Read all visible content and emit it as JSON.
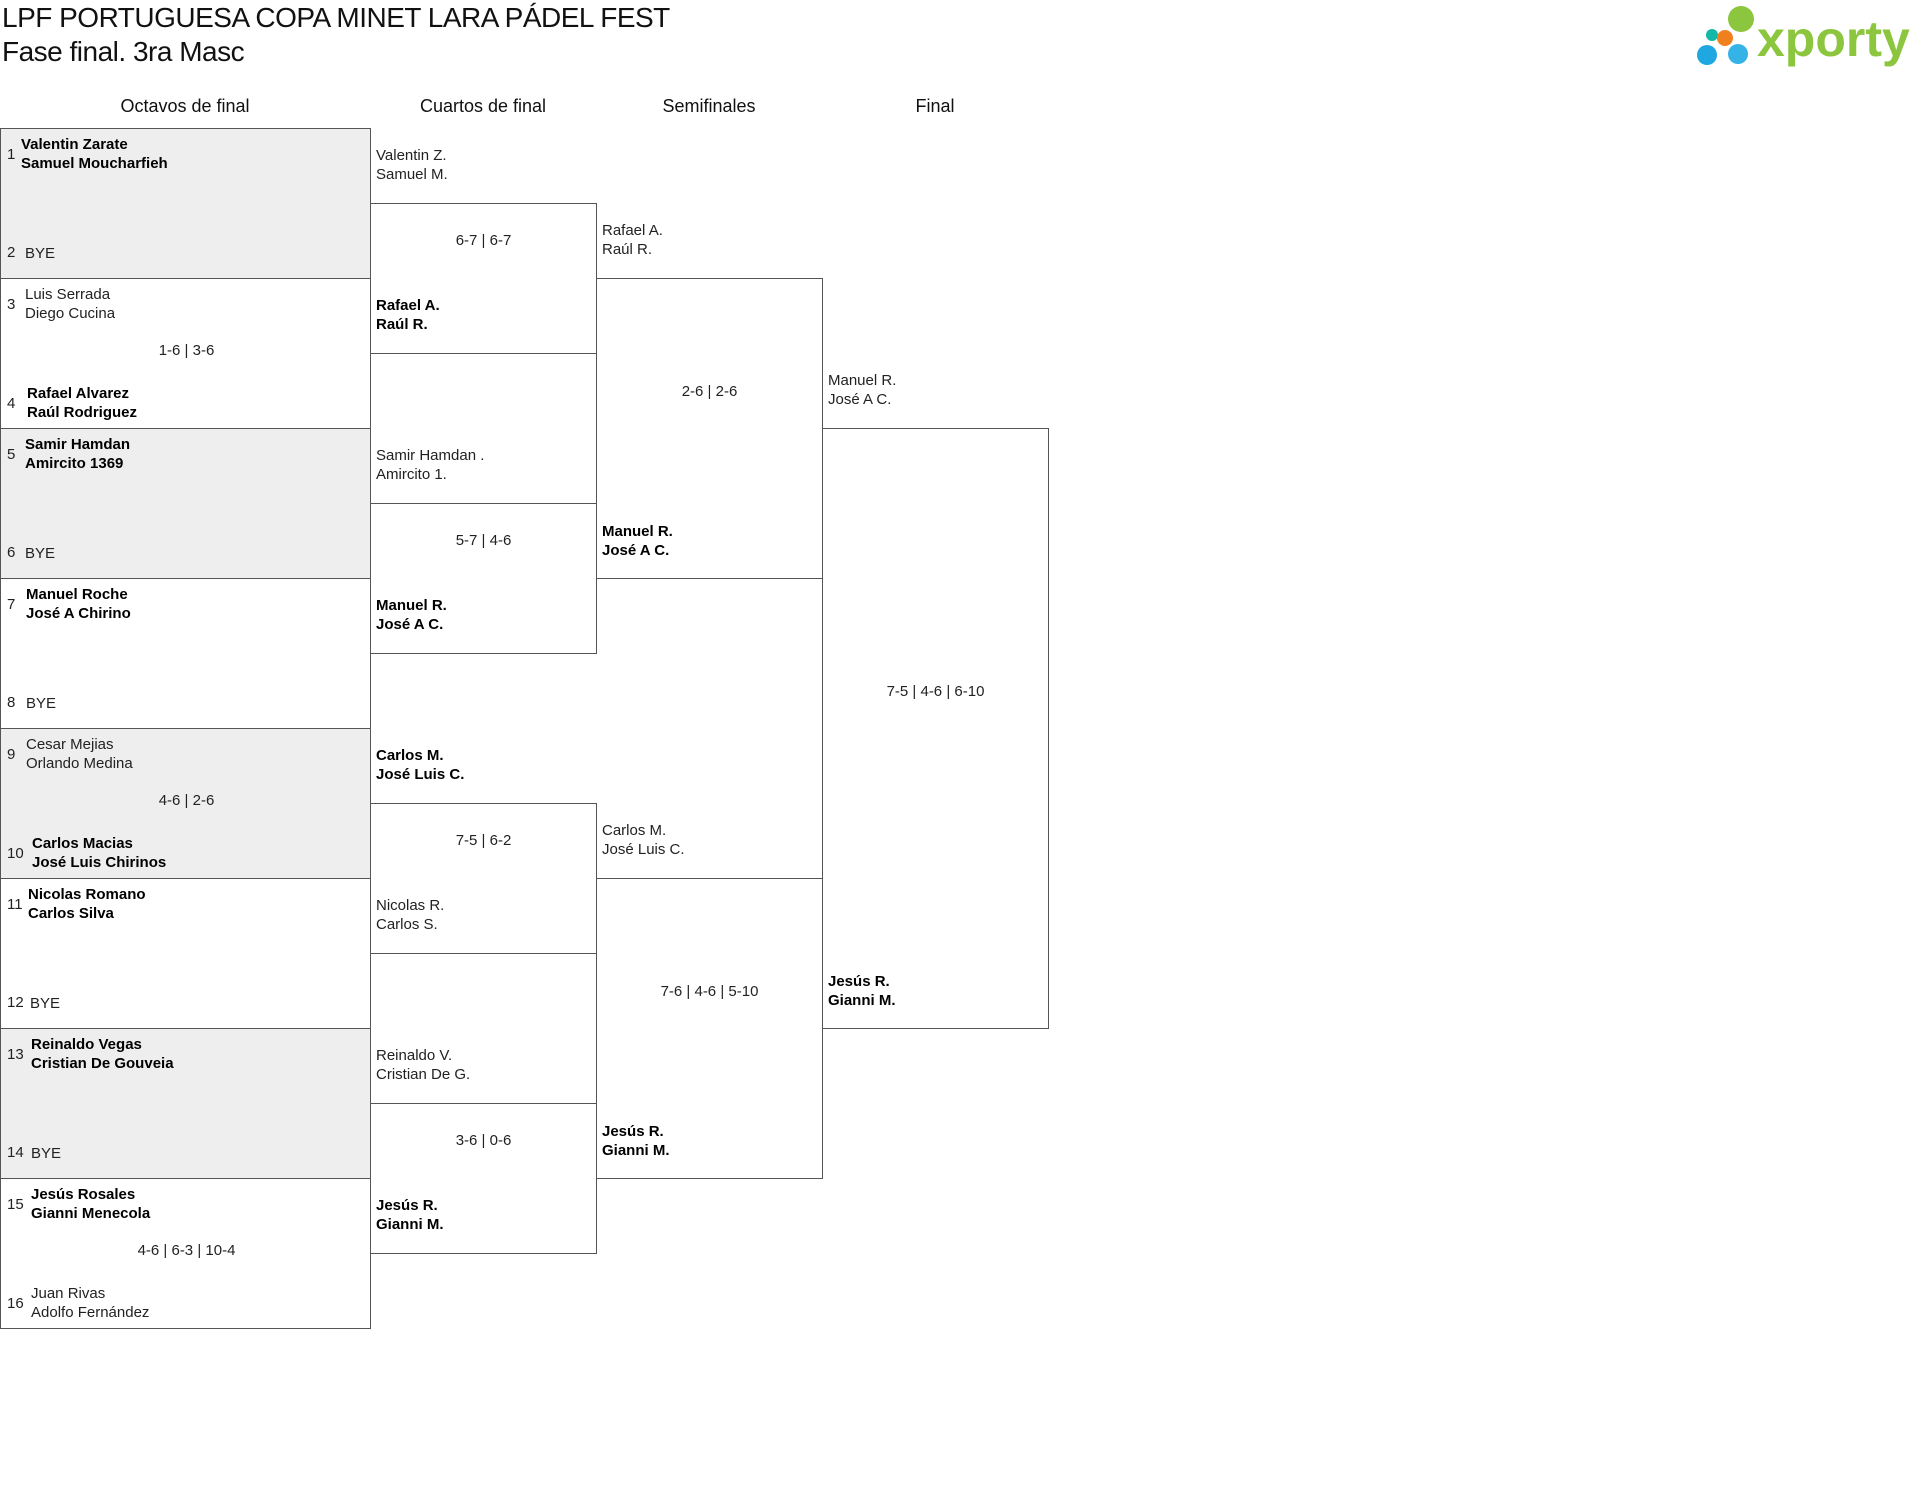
{
  "header": {
    "title": "LPF PORTUGUESA COPA MINET LARA PÁDEL FEST",
    "subtitle": "Fase final. 3ra Masc",
    "logo_text": "xporty",
    "logo_colors": {
      "green": "#8cc63f",
      "blue": "#1ea7e1",
      "orange": "#f07f1d"
    }
  },
  "rounds": [
    "Octavos de final",
    "Cuartos de final",
    "Semifinales",
    "Final"
  ],
  "octavos": [
    {
      "seed_a": "1",
      "a1": "Valentin Zarate",
      "a2": "Samuel Moucharfieh",
      "seed_b": "2",
      "b1": "BYE",
      "b2": "",
      "score": ""
    },
    {
      "seed_a": "3",
      "a1": "Luis Serrada",
      "a2": "Diego Cucina",
      "seed_b": "4",
      "b1": "Rafael Alvarez",
      "b2": "Raúl Rodriguez",
      "score": "1-6 | 3-6"
    },
    {
      "seed_a": "5",
      "a1": "Samir Hamdan",
      "a2": "Amircito 1369",
      "seed_b": "6",
      "b1": "BYE",
      "b2": "",
      "score": ""
    },
    {
      "seed_a": "7",
      "a1": "Manuel Roche",
      "a2": "José A Chirino",
      "seed_b": "8",
      "b1": "BYE",
      "b2": "",
      "score": ""
    },
    {
      "seed_a": "9",
      "a1": "Cesar Mejias",
      "a2": "Orlando Medina",
      "seed_b": "10",
      "b1": "Carlos Macias",
      "b2": "José Luis Chirinos",
      "score": "4-6 | 2-6"
    },
    {
      "seed_a": "11",
      "a1": "Nicolas Romano",
      "a2": "Carlos Silva",
      "seed_b": "12",
      "b1": "BYE",
      "b2": "",
      "score": ""
    },
    {
      "seed_a": "13",
      "a1": "Reinaldo Vegas",
      "a2": "Cristian De Gouveia",
      "seed_b": "14",
      "b1": "BYE",
      "b2": "",
      "score": ""
    },
    {
      "seed_a": "15",
      "a1": "Jesús Rosales",
      "a2": "Gianni Menecola",
      "seed_b": "16",
      "b1": "Juan Rivas",
      "b2": "Adolfo Fernández",
      "score": "4-6 | 6-3 | 10-4"
    }
  ],
  "cuartos": [
    {
      "a1": "Valentin Z.",
      "a2": "Samuel M.",
      "b1": "Rafael A.",
      "b2": "Raúl R.",
      "score": "6-7 | 6-7"
    },
    {
      "a1": "Samir Hamdan .",
      "a2": "Amircito 1.",
      "b1": "Manuel R.",
      "b2": "José A C.",
      "score": "5-7 | 4-6"
    },
    {
      "a1": "Carlos M.",
      "a2": "José Luis C.",
      "b1": "Nicolas R.",
      "b2": "Carlos S.",
      "score": "7-5 | 6-2"
    },
    {
      "a1": "Reinaldo V.",
      "a2": "Cristian De G.",
      "b1": "Jesús R.",
      "b2": "Gianni M.",
      "score": "3-6 | 0-6"
    }
  ],
  "semis": [
    {
      "a1": "Rafael A.",
      "a2": "Raúl R.",
      "b1": "Manuel R.",
      "b2": "José A C.",
      "score": "2-6 | 2-6"
    },
    {
      "a1": "Carlos M.",
      "a2": "José Luis C.",
      "b1": "Jesús R.",
      "b2": "Gianni M.",
      "score": "7-6 | 4-6 | 5-10"
    }
  ],
  "final": {
    "a1": "Manuel R.",
    "a2": "José A C.",
    "b1": "Jesús R.",
    "b2": "Gianni M.",
    "score": "7-5 | 4-6 | 6-10"
  }
}
